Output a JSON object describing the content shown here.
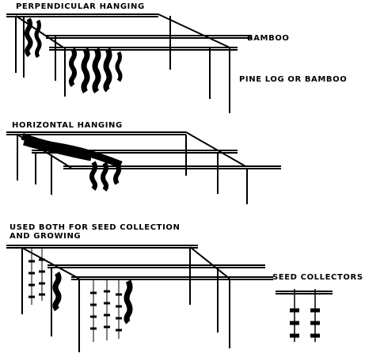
{
  "labels": {
    "perpendicular": "PERPENDICULAR HANGING",
    "bamboo": "BAMBOO",
    "pine_log": "PINE LOG OR BAMBOO",
    "horizontal": "HORIZONTAL HANGING",
    "used_both_line1": "USED BOTH FOR SEED COLLECTION",
    "used_both_line2": "AND GROWING",
    "seed_collectors": "SEED COLLECTORS"
  }
}
